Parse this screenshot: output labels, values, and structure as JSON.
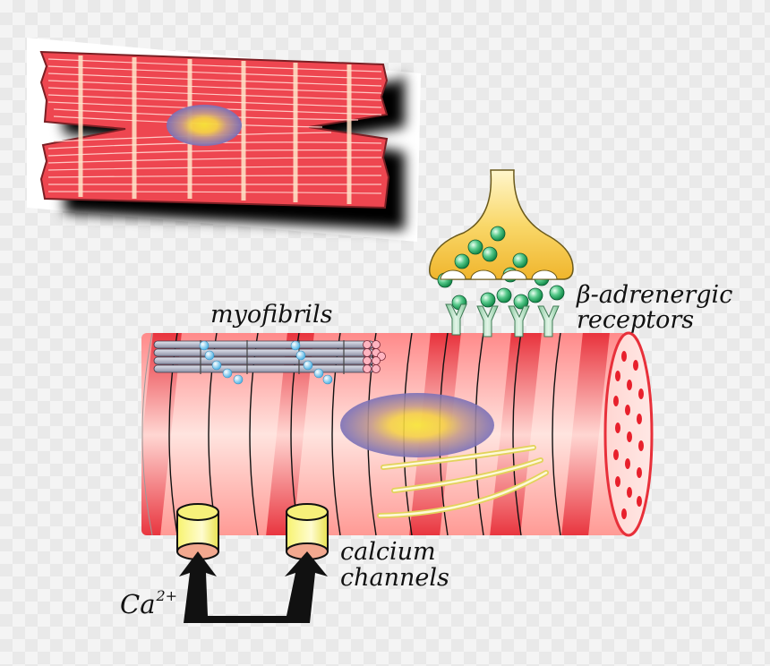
{
  "labels": {
    "myofibrils": "myofibrils",
    "beta_receptors_line1": "β-adrenergic",
    "beta_receptors_line2": "receptors",
    "calcium_channels_line1": "calcium",
    "calcium_channels_line2": "channels",
    "ion": "Ca",
    "ion_charge": "2+"
  },
  "colors": {
    "muscle_red": "#e8303a",
    "muscle_light": "#ffd9d4",
    "nucleus": "#7b6fb8",
    "nucleus_core": "#f6e23a",
    "vesicle": "#2db36a",
    "nerve_terminal": "#f5c440",
    "receptor": "#a9d8b8",
    "channel": "#f4f06a",
    "myofibril": "#b9bccb",
    "arrow": "#111111"
  }
}
